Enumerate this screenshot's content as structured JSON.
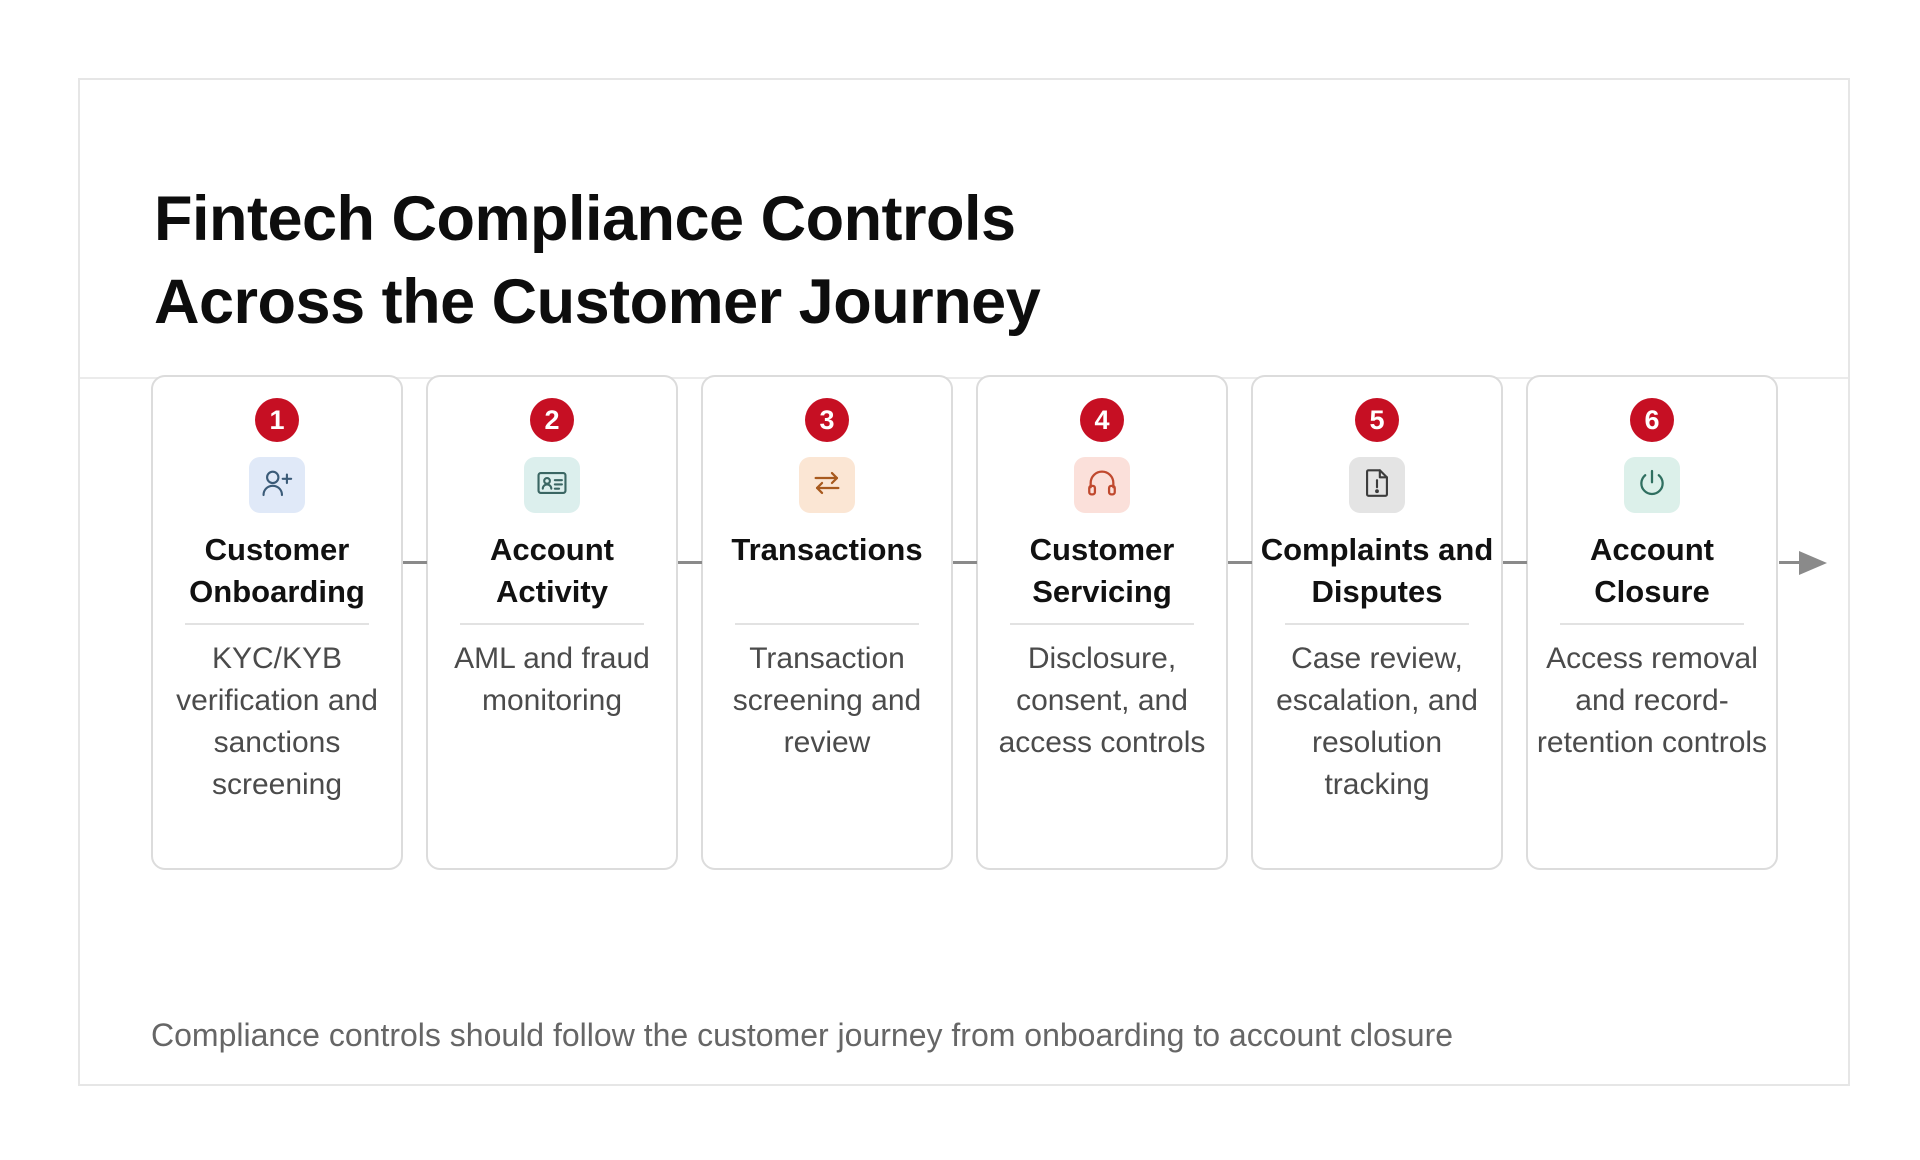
{
  "title": {
    "line1": "Fintech Compliance Controls",
    "line2": "Across the Customer Journey"
  },
  "steps": [
    {
      "number": "1",
      "title": "Customer Onboarding",
      "description": "KYC/KYB verification and sanctions screening",
      "icon": "add-user-icon",
      "tile_color": "#e0e9f8",
      "icon_color": "#3b5b78"
    },
    {
      "number": "2",
      "title": "Account Activity",
      "description": "AML and fraud monitoring",
      "icon": "id-card-icon",
      "tile_color": "#dcefed",
      "icon_color": "#3a6663"
    },
    {
      "number": "3",
      "title": "Transactions",
      "description": "Transaction screening and review",
      "icon": "swap-arrows-icon",
      "tile_color": "#fbe6d4",
      "icon_color": "#a85a1e"
    },
    {
      "number": "4",
      "title": "Customer Servicing",
      "description": "Disclosure, consent, and access controls",
      "icon": "headset-icon",
      "tile_color": "#fbe0da",
      "icon_color": "#c0492e"
    },
    {
      "number": "5",
      "title": "Complaints and Disputes",
      "description": "Case review, escalation, and resolution tracking",
      "icon": "alert-document-icon",
      "tile_color": "#e4e4e4",
      "icon_color": "#3c3c3c"
    },
    {
      "number": "6",
      "title": "Account Closure",
      "description": "Access removal and record-retention controls",
      "icon": "power-icon",
      "tile_color": "#dcf0ea",
      "icon_color": "#2f6f60"
    }
  ],
  "caption": "Compliance controls should follow the customer journey from onboarding to account closure",
  "accent_color": "#c60f23"
}
